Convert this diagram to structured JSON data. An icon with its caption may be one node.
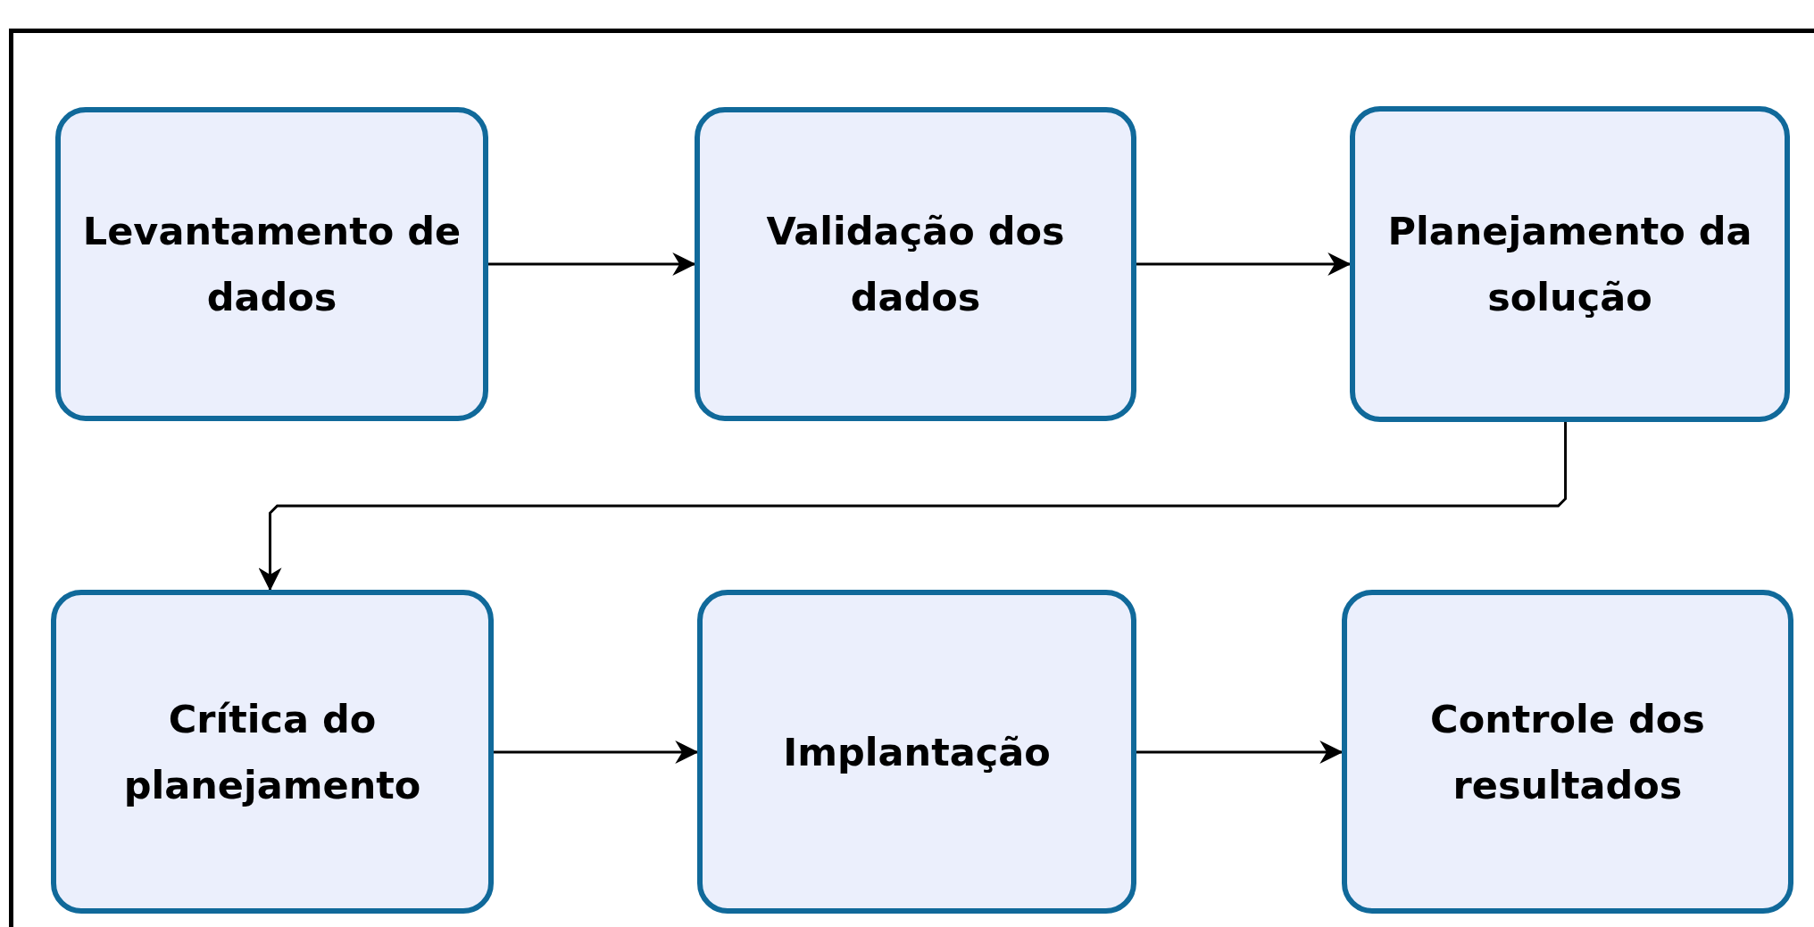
{
  "diagram": {
    "nodes": [
      {
        "text": [
          "Levantamento de dados"
        ]
      },
      {
        "text": [
          "Validação dos dados"
        ]
      },
      {
        "text": [
          "Planejamento da solução"
        ]
      },
      {
        "text": [
          "Crítica do planejamento"
        ]
      },
      {
        "text": [
          "Implantação"
        ]
      },
      {
        "text": [
          "Controle dos resultados"
        ]
      }
    ],
    "edges": [
      {
        "from": 0,
        "to": 1,
        "arrow": "to"
      },
      {
        "from": 1,
        "to": 2,
        "arrow": "to"
      },
      {
        "from": 2,
        "to": 3,
        "arrow": "to"
      },
      {
        "from": 3,
        "to": 4,
        "arrow": "to"
      },
      {
        "from": 4,
        "to": 5,
        "arrow": "to"
      }
    ]
  }
}
